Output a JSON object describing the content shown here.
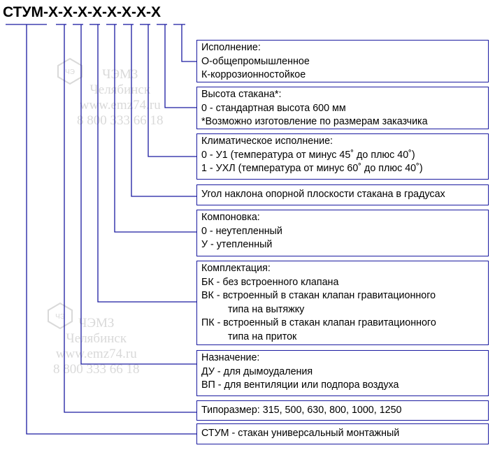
{
  "title": "СТУМ-X-X-X-X-X-X-X-X",
  "watermark": {
    "org": "ЧЭМЗ",
    "city": "Челябинск",
    "site": "www.emz74.ru",
    "phone": "8 800 333 66 18"
  },
  "boxes": [
    {
      "lines": [
        "Исполнение:",
        "О-общепромышленное",
        "К-коррозионностойкое"
      ]
    },
    {
      "lines": [
        "Высота стакана*:",
        "0 - стандартная высота 600 мм",
        "*Возможно изготовление по размерам заказчика"
      ]
    },
    {
      "lines": [
        "Климатическое исполнение:",
        "0 - У1 (температура от минус 45˚ до плюс 40˚)",
        "1 - УХЛ (температура от минус 60˚ до плюс 40˚)"
      ]
    },
    {
      "lines": [
        "Угол наклона опорной плоскости стакана в градусах"
      ]
    },
    {
      "lines": [
        "Компоновка:",
        "0 - неутепленный",
        "У - утепленный"
      ]
    },
    {
      "lines": [
        "Комплектация:",
        "БК - без встроенного клапана",
        "ВК - встроенный в стакан клапан гравитационного",
        "типа на вытяжку",
        "ПК - встроенный в стакан клапан гравитационного",
        "типа на приток"
      ]
    },
    {
      "lines": [
        "Назначение:",
        "ДУ - для дымоудаления",
        "ВП - для вентиляции или подпора воздуха"
      ]
    },
    {
      "lines": [
        "Типоразмер: 315, 500, 630, 800, 1000, 1250"
      ]
    },
    {
      "lines": [
        "СТУМ - стакан универсальный монтажный"
      ]
    }
  ]
}
